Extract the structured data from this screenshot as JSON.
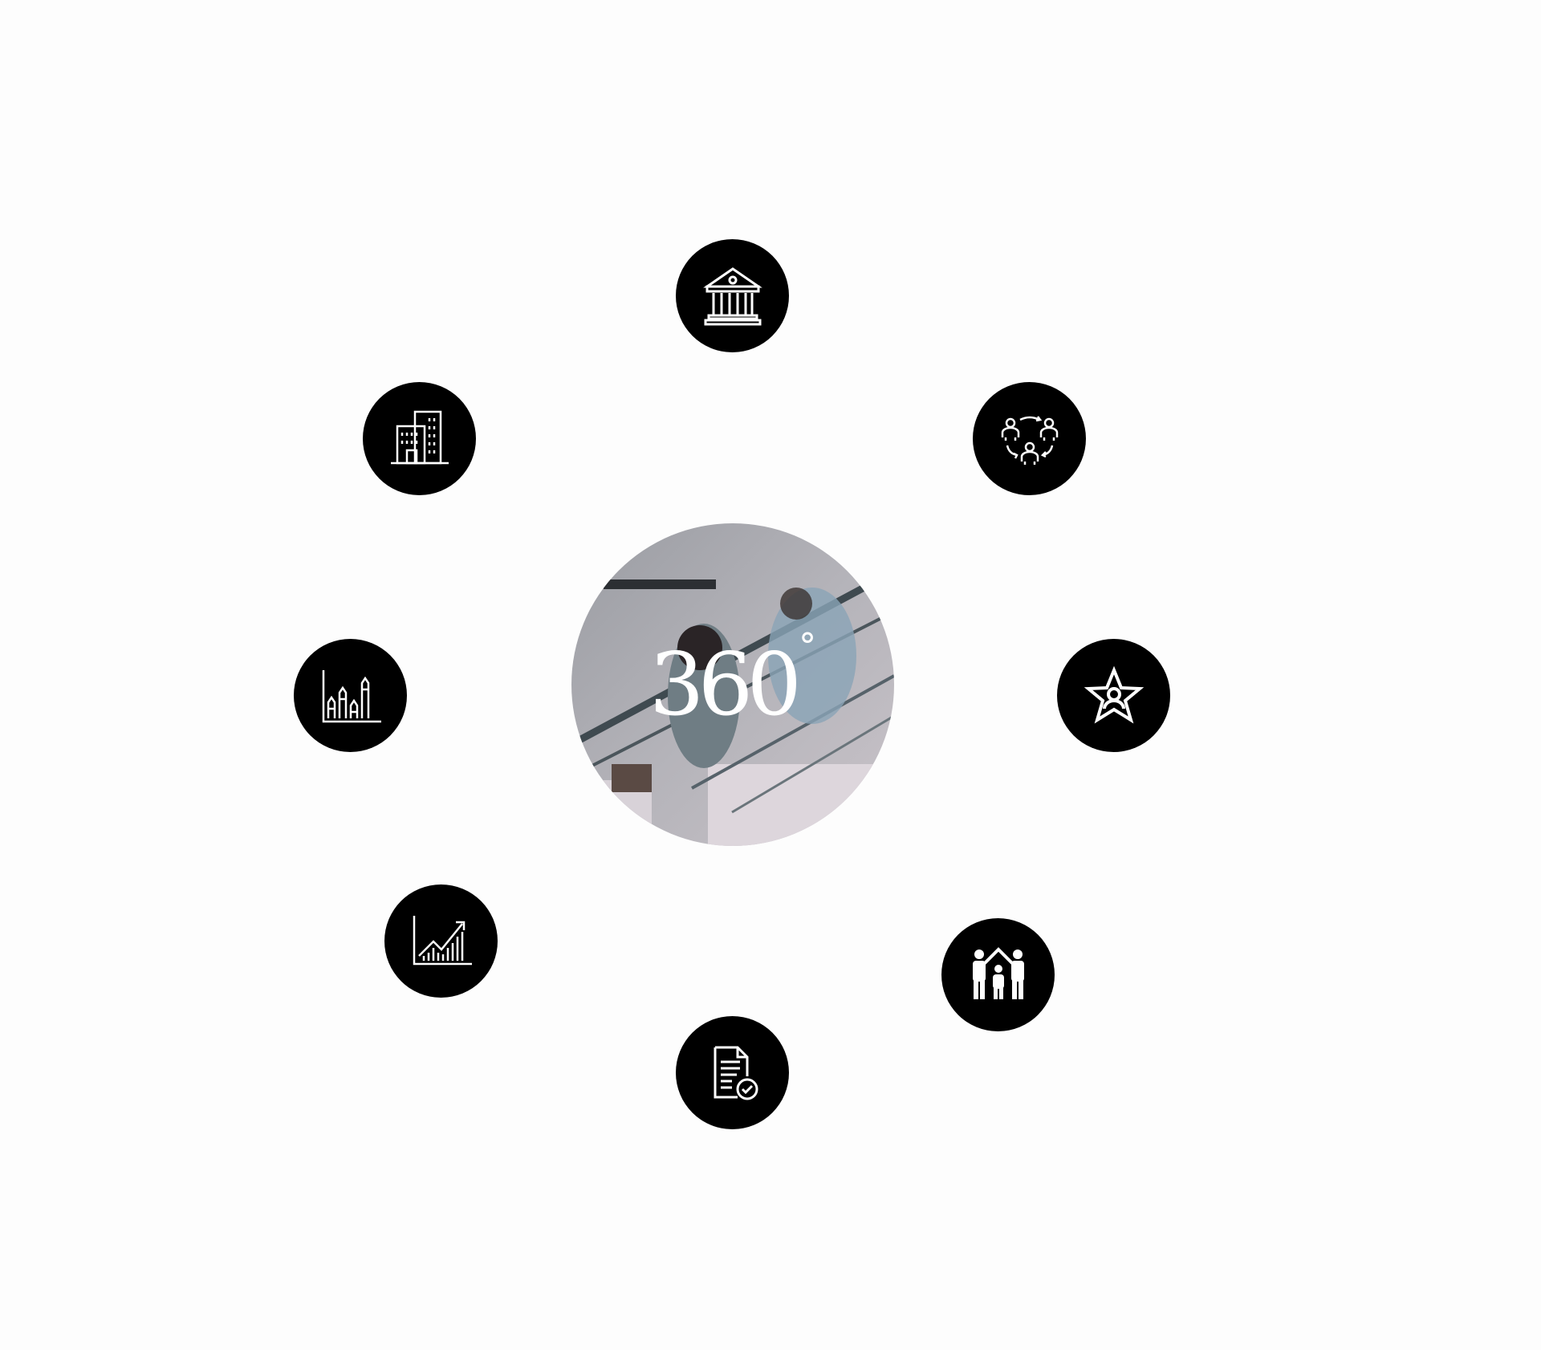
{
  "center": {
    "label": "360",
    "degree_symbol": "°"
  },
  "icons": [
    {
      "id": "bank",
      "name": "bank-icon"
    },
    {
      "id": "people-cycle",
      "name": "people-cycle-icon"
    },
    {
      "id": "star",
      "name": "star-person-icon"
    },
    {
      "id": "family",
      "name": "family-icon"
    },
    {
      "id": "document",
      "name": "document-check-icon"
    },
    {
      "id": "growth",
      "name": "growth-chart-icon"
    },
    {
      "id": "bars",
      "name": "bar-chart-icon"
    },
    {
      "id": "buildings",
      "name": "buildings-icon"
    }
  ],
  "colors": {
    "node": "#000000",
    "background": "#fdfdfd",
    "icon": "#ffffff"
  }
}
